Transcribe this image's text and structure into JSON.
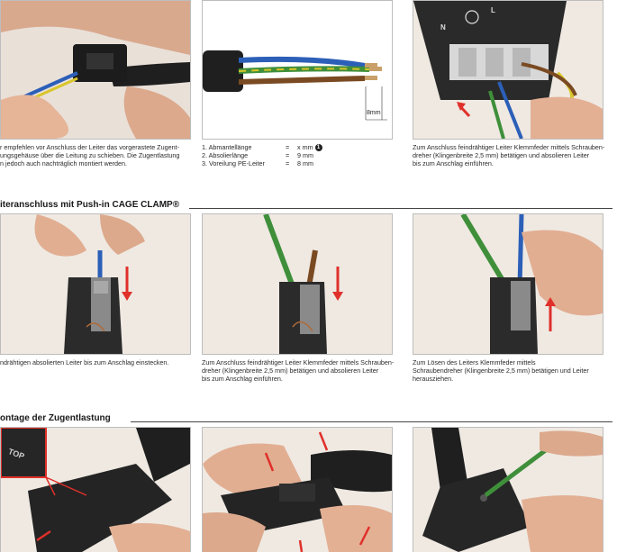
{
  "row1": {
    "caption_left": [
      "r empfehlen vor Anschluss der Leiter das vorgerastete Zugent-",
      "ungsgehäuse über die Leitung zu schieben. Die Zugentlastung",
      "n jedoch auch nachträglich montiert werden."
    ],
    "dimension_label": "8mm",
    "strip_list": [
      {
        "label": "1. Abmantellänge",
        "eq": "=",
        "value": "x mm",
        "badge": "1"
      },
      {
        "label": "2. Absolierlänge",
        "eq": "=",
        "value": "9 mm"
      },
      {
        "label": "3. Voreilung PE-Leiter",
        "eq": "=",
        "value": "8 mm"
      }
    ],
    "caption_right": [
      "Zum Anschluss feindrähtiger Leiter Klemmfeder mittels Schrauben-",
      "dreher (Klingenbreite 2,5 mm) betätigen und absolieren Leiter",
      "bis zum Anschlag einführen."
    ],
    "connector_marks": [
      "N",
      "L"
    ]
  },
  "section2": {
    "heading": "iteranschluss mit Push-in CAGE CLAMP®",
    "caption_left": [
      "ndrähtigen absolierten Leiter bis zum Anschlag einstecken."
    ],
    "caption_mid": [
      "Zum Anschluss feindrähtiger Leiter Klemmfeder mittels Schrauben-",
      "dreher (Klingenbreite 2,5 mm) betätigen und absolieren Leiter",
      "bis zum Anschlag einführen."
    ],
    "caption_right": [
      "Zum Lösen des Leiters Klemmfeder mittels",
      "Schraubendreher (Klingenbreite 2,5 mm) betätigen und Leiter",
      "herausziehen."
    ]
  },
  "section3": {
    "heading": "ontage der Zugentlastung",
    "inset_text": "TOP"
  },
  "colors": {
    "arrow": "#e0302a",
    "skin": "#e8b69a",
    "cable_black": "#1f1f1f",
    "wire_blue": "#2c5fb8",
    "wire_brown": "#7a4a22",
    "wire_green": "#3f8f3a",
    "wire_yellow": "#d9c52a",
    "connector_gray": "#8a8a8a"
  }
}
